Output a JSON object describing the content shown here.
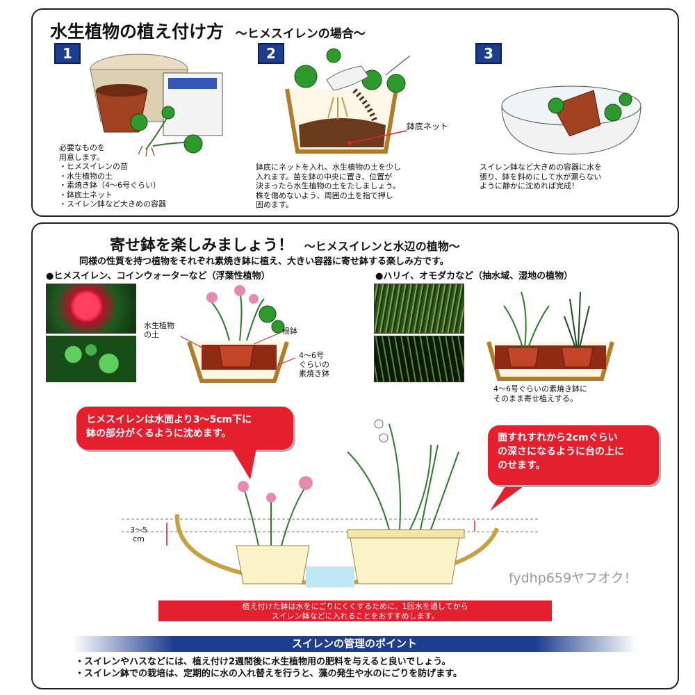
{
  "section1": {
    "title": "水生植物の植え付け方",
    "subtitle": "～ヒメスイレンの場合～",
    "steps": [
      {
        "num": "1",
        "lines": [
          "必要なものを",
          "用意します。",
          "・ヒメスイレンの苗",
          "・水生植物の土",
          "・素焼き鉢（4～6号ぐらい）",
          "・鉢底土ネット",
          "・スイレン鉢など大きめの容器"
        ]
      },
      {
        "num": "2",
        "label": "鉢底ネット",
        "lines": [
          "鉢底にネットを入れ、水生植物の土を少し",
          "入れます。苗を鉢の中央に置き、位置が",
          "決まったら水生植物の土をたしましょう。",
          "株を傷めないよう、周囲の土を指で押し",
          "固めます。"
        ]
      },
      {
        "num": "3",
        "lines": [
          "スイレン鉢など大きめの容器に水を",
          "張り、鉢を斜めにして水が漏らない",
          "ように静かに沈めれば完成！"
        ]
      }
    ]
  },
  "section2": {
    "title": "寄せ鉢を楽しみましょう！",
    "subtitle": "～ヒメスイレンと水辺の植物～",
    "intro": "同様の性質を持つ植物をそれぞれ素焼き鉢に植え、大きい容器に寄せ鉢する楽しみ方です。",
    "left_heading": "●ヒメスイレン、コインウォーターなど（浮葉性植物）",
    "right_heading": "●ハリイ、オモダカなど（抽水域、湿地の植物）",
    "left_labels": {
      "soil": [
        "水生植物",
        "の土"
      ],
      "root": "根鉢",
      "pot": [
        "4～6号",
        "ぐらいの",
        "素焼き鉢"
      ]
    },
    "right_caption": [
      "4～6号ぐらいの素焼き鉢に",
      "そのまま寄せ植えする。"
    ],
    "bubble_left": [
      "ヒメスイレンは水面より3～5cm下に",
      "鉢の部分がくるように沈めます。"
    ],
    "bubble_right": [
      "面すれすれから2cmぐらい",
      "の深さになるように台の上に",
      "のせます。"
    ],
    "depth_label": [
      "3～5",
      "cm"
    ],
    "note": [
      "植え付けた鉢は水をにごりにくくするために、1回水を通してから",
      "スイレン鉢などに入れることをおすすめします。"
    ],
    "watermark": "fydhp659ヤフオク！",
    "points_title": "スイレンの管理のポイント",
    "points": [
      "・スイレンやハスなどには、植え付け2週間後に水生植物用の肥料を与えると良いでしょう。",
      "・スイレン鉢での栽培は、定期的に水の入れ替えを行うと、藻の発生や水のにごりを防げます。"
    ]
  },
  "colors": {
    "accent_red": "#e5202e",
    "navy": "#1d3d8f",
    "pot": "#a0421f"
  }
}
